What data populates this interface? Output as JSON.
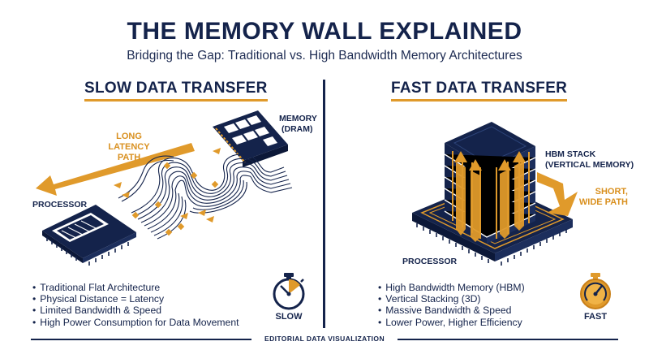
{
  "header": {
    "title": "THE MEMORY WALL EXPLAINED",
    "subtitle": "Bridging the Gap: Traditional vs. High Bandwidth Memory Architectures"
  },
  "slow": {
    "heading": "SLOW DATA TRANSFER",
    "memory_label_1": "MEMORY",
    "memory_label_2": "(DRAM)",
    "path_label_1": "LONG",
    "path_label_2": "LATENCY",
    "path_label_3": "PATH",
    "processor_label": "PROCESSOR",
    "bullets": [
      "Traditional Flat Architecture",
      "Physical Distance = Latency",
      "Limited Bandwidth & Speed",
      "High Power Consumption for Data Movement"
    ],
    "speed_label": "SLOW",
    "icon": "stopwatch-icon"
  },
  "fast": {
    "heading": "FAST DATA TRANSFER",
    "stack_label_1": "HBM STACK",
    "stack_label_2": "(VERTICAL MEMORY)",
    "path_label_1": "SHORT,",
    "path_label_2": "WIDE PATH",
    "processor_label": "PROCESSOR",
    "bullets": [
      "High Bandwidth Memory (HBM)",
      "Vertical Stacking (3D)",
      "Massive Bandwidth & Speed",
      "Lower Power, Higher Efficiency"
    ],
    "speed_label": "FAST",
    "icon": "gauge-stopwatch-icon"
  },
  "footer": {
    "text": "EDITORIAL DATA VISUALIZATION"
  },
  "colors": {
    "navy": "#14234b",
    "orange": "#e09a2b"
  }
}
